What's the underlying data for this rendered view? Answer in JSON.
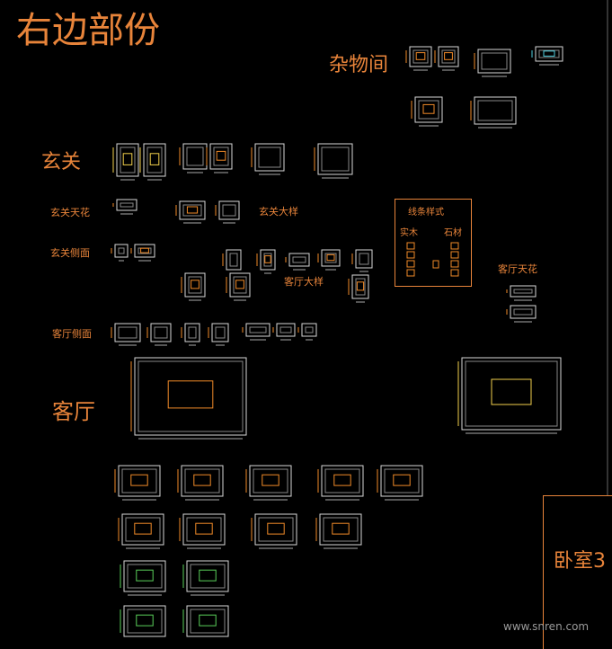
{
  "title": "右边部份",
  "section_labels": {
    "storage": "杂物间",
    "foyer": "玄关",
    "foyer_ceiling": "玄关天花",
    "foyer_elevation": "玄关侧面",
    "foyer_detail": "玄关大样",
    "living_detail": "客厅大样",
    "living_ceiling": "客厅天花",
    "living_elevation": "客厅侧面",
    "living_room": "客厅",
    "bedroom3": "卧室3"
  },
  "legend": {
    "title": "线条样式",
    "col_wood": "实木",
    "col_stone": "石材"
  },
  "watermark": "www.snren.com",
  "colors": {
    "background": "#000000",
    "label": "#e8843a",
    "line": "#d8d8d8",
    "accent_cyan": "#4fd0e0",
    "accent_yellow": "#f2d04b",
    "accent_orange": "#f08a28",
    "accent_green": "#5ad05a"
  }
}
